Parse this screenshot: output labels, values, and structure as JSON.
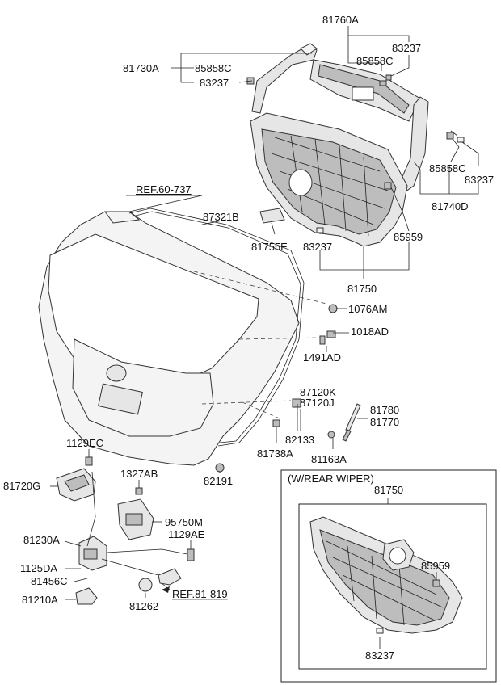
{
  "labels": {
    "p81760A": "81760A",
    "p83237_tr": "83237",
    "p85858C_tr": "85858C",
    "p81730A": "81730A",
    "p85858C_tl": "85858C",
    "p83237_tl": "83237",
    "p85858C_r": "85858C",
    "p83237_r": "83237",
    "p81740D": "81740D",
    "ref60": "REF.60-737",
    "p87321B": "87321B",
    "p81755E": "81755E",
    "p83237_m": "83237",
    "p85959_m": "85959",
    "p81750_m": "81750",
    "p1076AM": "1076AM",
    "p1018AD": "1018AD",
    "p1491AD": "1491AD",
    "p87120K": "87120K",
    "p87120J": "87120J",
    "p81780": "81780",
    "p81770": "81770",
    "p82133": "82133",
    "p81738A": "81738A",
    "p81163A": "81163A",
    "p82191": "82191",
    "p1129EC": "1129EC",
    "p81720G": "81720G",
    "p1327AB": "1327AB",
    "p95750M": "95750M",
    "p1129AE": "1129AE",
    "p81230A": "81230A",
    "p1125DA": "1125DA",
    "p81456C": "81456C",
    "p81210A": "81210A",
    "p81262": "81262",
    "ref81": "REF.81-819",
    "wiper_title": "(W/REAR WIPER)",
    "w81750": "81750",
    "w85959": "85959",
    "w83237": "83237"
  }
}
